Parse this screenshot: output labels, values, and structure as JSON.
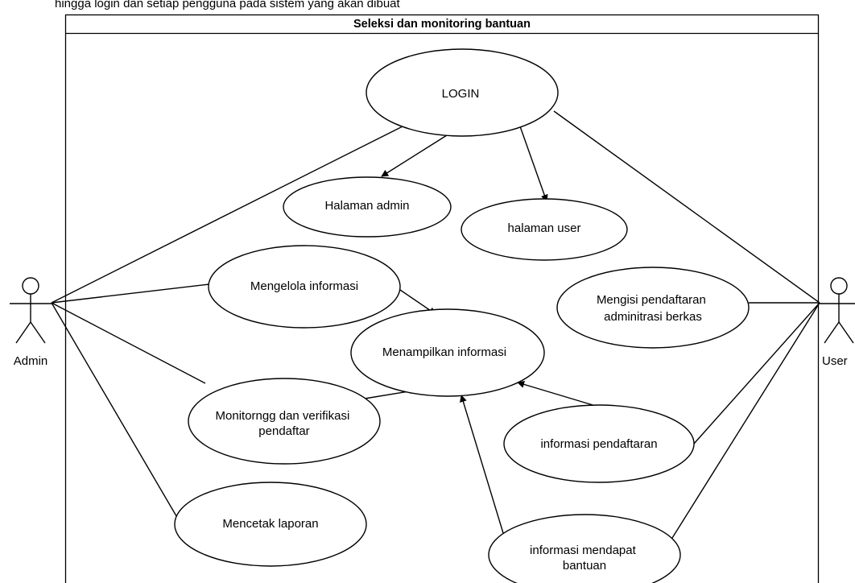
{
  "page": {
    "caption": "hingga login dan setiap pengguna pada sistem yang akan dibuat"
  },
  "diagram": {
    "title": "Seleksi dan monitoring bantuan",
    "actors": {
      "admin": "Admin",
      "user": "User"
    },
    "use_cases": {
      "login": "LOGIN",
      "halaman_admin": "Halaman admin",
      "halaman_user": "halaman user",
      "mengelola_informasi": "Mengelola informasi",
      "mengisi_line1": "Mengisi pendaftaran",
      "mengisi_line2": "adminitrasi berkas",
      "menampilkan_informasi": "Menampilkan informasi",
      "monitoring_line1": "Monitorngg dan verifikasi",
      "monitoring_line2": "pendaftar",
      "informasi_pendaftaran": "informasi pendaftaran",
      "mencetak_laporan": "Mencetak laporan",
      "mendapat_line1": "informasi mendapat",
      "mendapat_line2": "bantuan"
    }
  }
}
